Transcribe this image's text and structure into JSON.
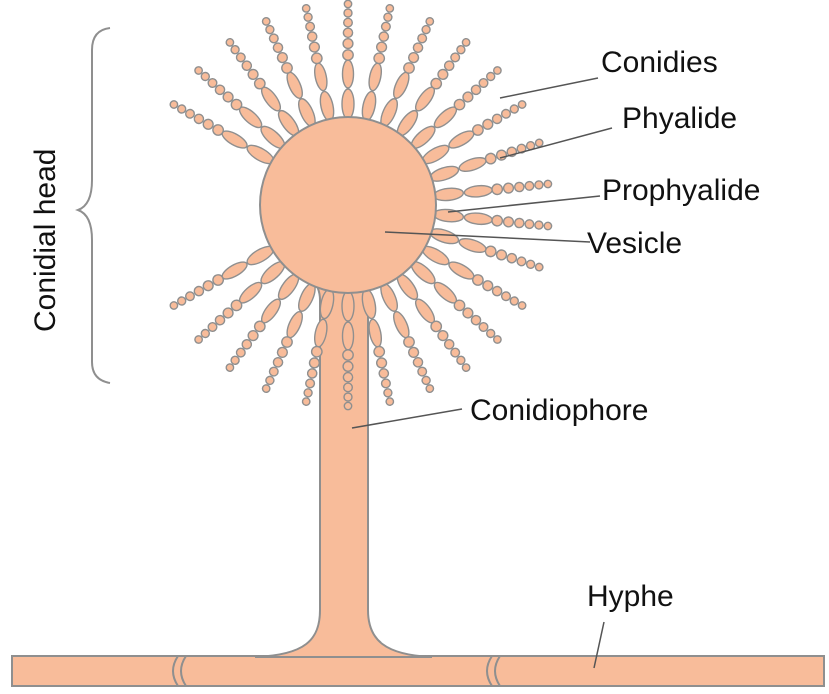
{
  "labels": {
    "conidial_head": "Conidial head",
    "conidies": "Conidies",
    "phyalide": "Phyalide",
    "prophyalide": "Prophyalide",
    "vesicle": "Vesicle",
    "conidiophore": "Conidiophore",
    "hyphe": "Hyphe"
  },
  "colors": {
    "fill": "#f8bc9a",
    "stroke": "#8f8f8f",
    "leader": "#555555",
    "text": "#111111"
  }
}
